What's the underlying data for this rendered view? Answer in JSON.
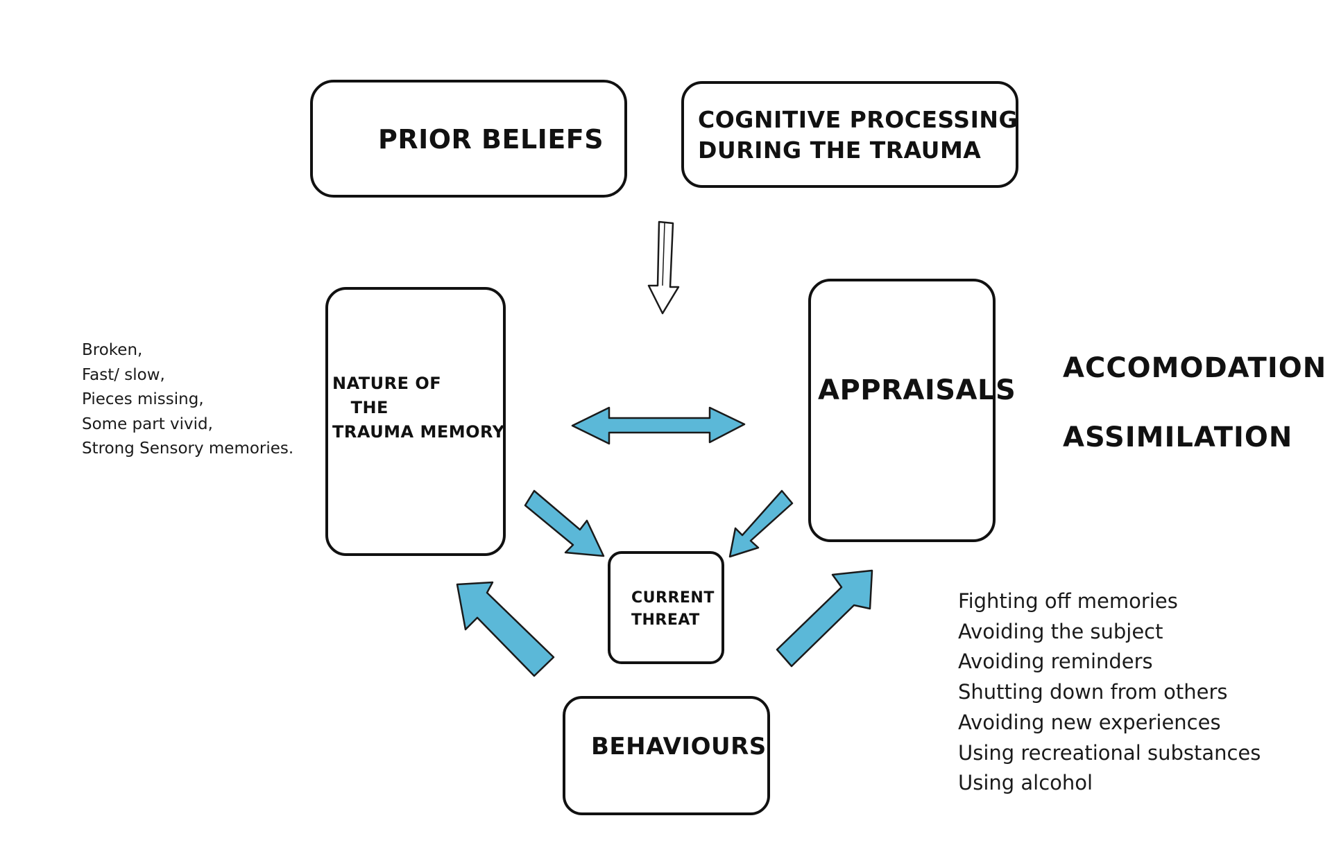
{
  "boxes": {
    "prior_beliefs": "PRIOR BELIEFS",
    "cognitive_processing": "COGNITIVE PROCESSING\nDURING THE TRAUMA",
    "nature_of_trauma_memory": "NATURE OF\n   THE\nTRAUMA MEMORY",
    "appraisals": "APPRAISALS",
    "current_threat": "CURRENT\nTHREAT",
    "behaviours": "BEHAVIOURS"
  },
  "memory_notes": [
    "Broken,",
    "Fast/ slow,",
    "Pieces missing,",
    "Some part vivid,",
    "Strong Sensory memories."
  ],
  "processes": {
    "accommodation": "ACCOMODATION",
    "assimilation": "ASSIMILATION"
  },
  "behaviour_list": [
    "Fighting off memories",
    "Avoiding the subject",
    "Avoiding reminders",
    "Shutting down from others",
    "Avoiding new experiences",
    "Using recreational substances",
    "Using alcohol"
  ],
  "colors": {
    "arrow_fill": "#5bb8d8",
    "arrow_stroke": "#1a1a1a",
    "box_border": "#111111"
  }
}
